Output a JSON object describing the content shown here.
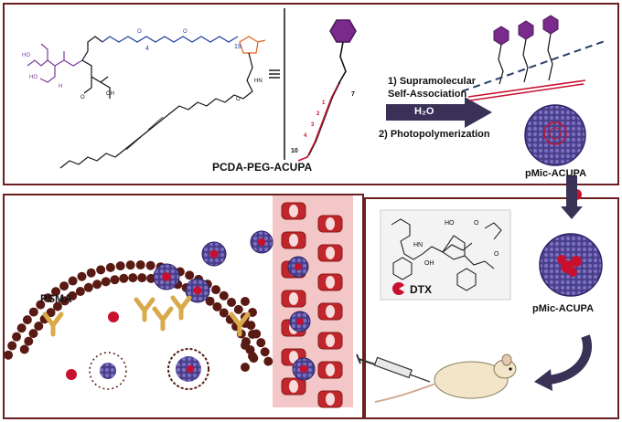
{
  "figure": {
    "compound_label": "PCDA-PEG-ACUPA",
    "micelle_label_top": "pMic-ACUPA",
    "micelle_label_loaded": "pMic-ACUPA",
    "step1_line1": "1) Supramolecular",
    "step1_line2": "Self-Association",
    "solvent": "H₂O",
    "step2": "2) Photopolymerization",
    "receptor_label": "PSMA",
    "drug_label": "DTX",
    "peg_sub_4": "4",
    "peg_sub_19": "19",
    "chain_num_10": "10",
    "chain_num_7": "7",
    "chain_nums": [
      "4",
      "3",
      "2",
      "1"
    ],
    "colors": {
      "frame": "#6b1f1f",
      "arrow": "#3a3157",
      "micelle": "#4a3f8a",
      "cell_bead": "#5a1a14",
      "receptor": "#d9a94a",
      "vessel": "#f3c7c7",
      "rbc": "#c0262b",
      "drug": "#c8102e",
      "ligand": "#7a3c9a",
      "peg": "#2040a0",
      "triazole": "#e06020"
    }
  }
}
